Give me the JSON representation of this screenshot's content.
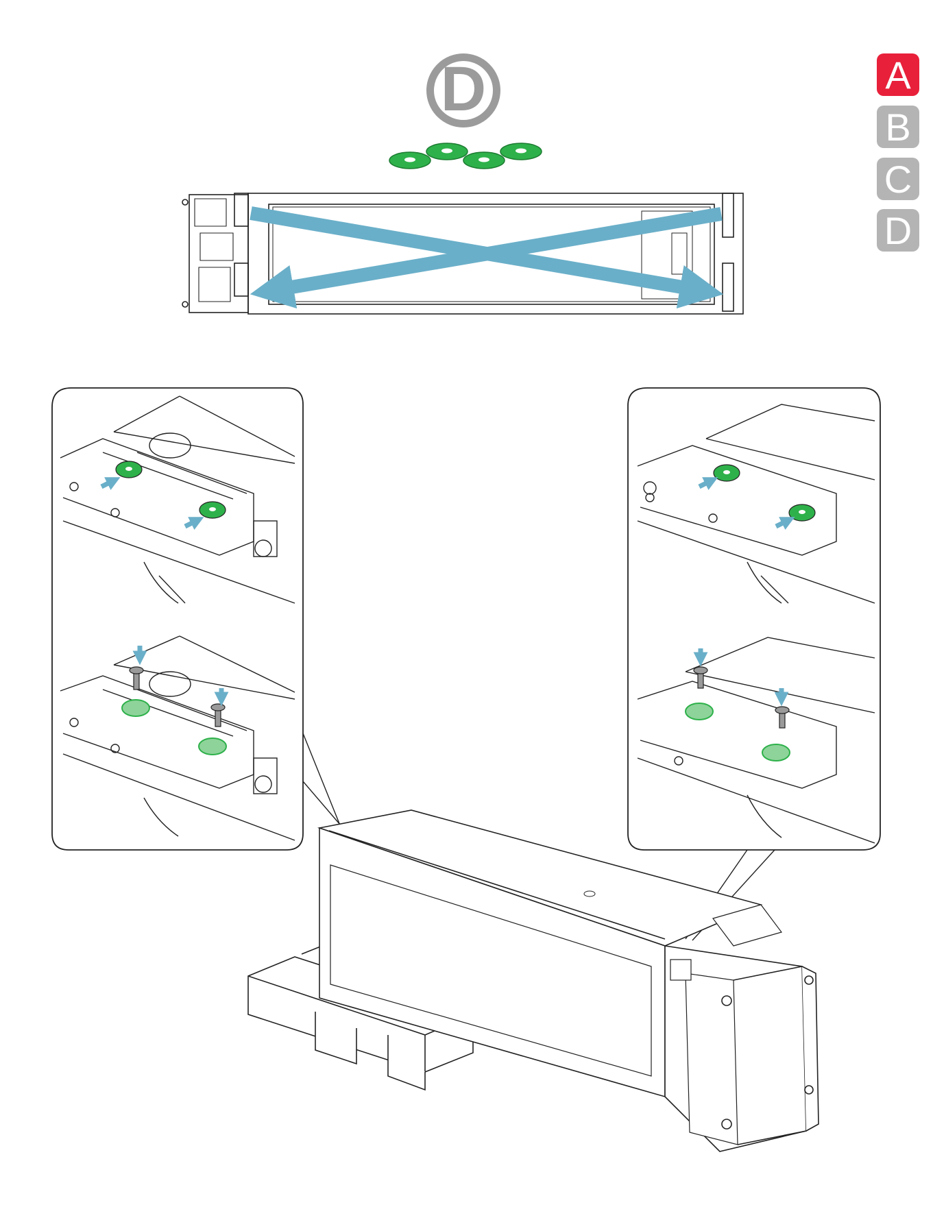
{
  "step": {
    "label": "D"
  },
  "tabs": [
    {
      "label": "A",
      "state": "active",
      "color": "#e8203a"
    },
    {
      "label": "B",
      "state": "inactive",
      "color": "#b4b4b4"
    },
    {
      "label": "C",
      "state": "inactive",
      "color": "#b4b4b4"
    },
    {
      "label": "D",
      "state": "inactive",
      "color": "#b4b4b4"
    }
  ],
  "colors": {
    "washer_green": "#2eb14a",
    "arrow_blue": "#6aafc9",
    "step_gray": "#9b9b9b",
    "line": "#222222"
  },
  "parts": {
    "washer_count": 4,
    "screw_count": 4
  }
}
